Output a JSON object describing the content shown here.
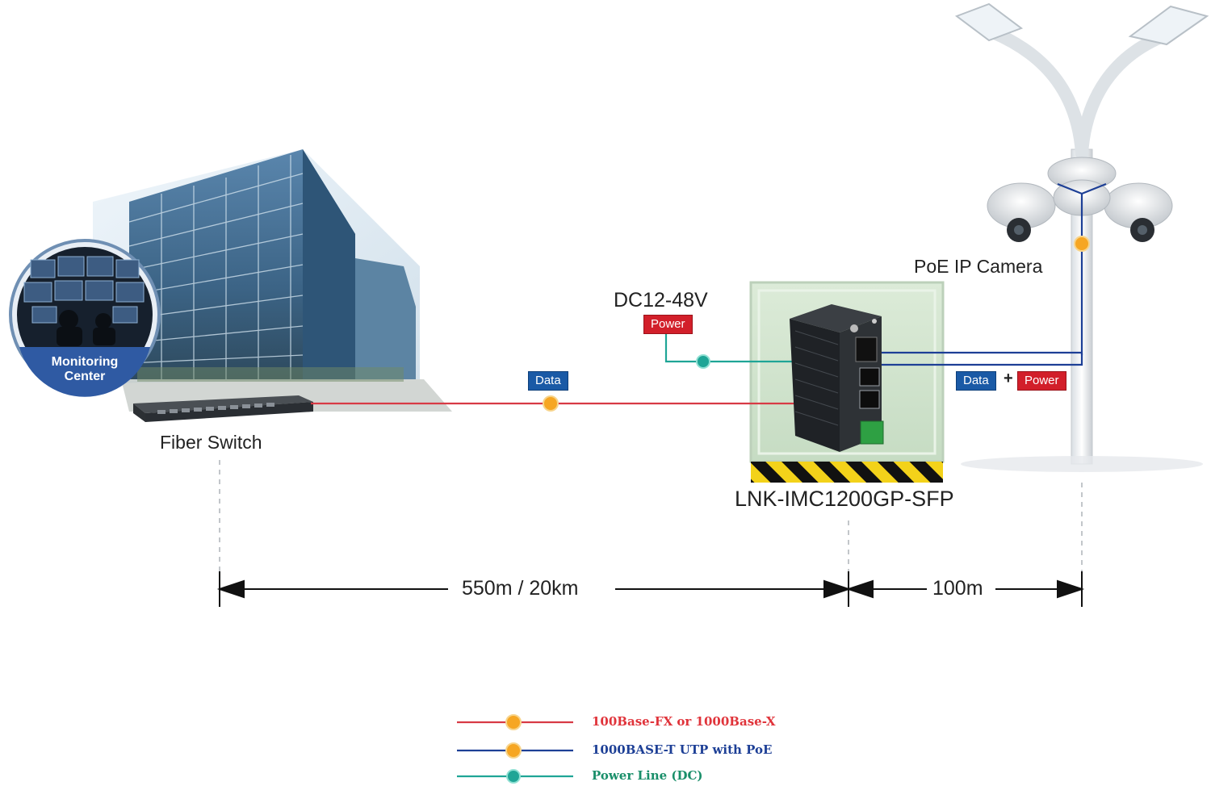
{
  "labels": {
    "monitoring_center": "Monitoring\nCenter",
    "fiber_switch": "Fiber Switch",
    "dc_voltage": "DC12-48V",
    "power_tag": "Power",
    "data_tag_fiber": "Data",
    "poe_ip_camera": "PoE IP Camera",
    "data_tag_poe": "Data",
    "plus": "+",
    "power_tag_poe": "Power",
    "device_model": "LNK-IMC1200GP-SFP",
    "distance_fiber": "550m / 20km",
    "distance_copper": "100m"
  },
  "legend": [
    {
      "text": "100Base-FX or 1000Base-X",
      "color": "#e0343b"
    },
    {
      "text": "1000BASE-T UTP  with PoE",
      "color": "#1d3f96"
    },
    {
      "text": "Power Line (DC)",
      "color": "#1a8f6a"
    }
  ],
  "colors": {
    "fiber_line": "#d83a45",
    "poe_line": "#1d3f96",
    "dc_line": "#1fa596",
    "badge_orange": "#f6a623"
  }
}
